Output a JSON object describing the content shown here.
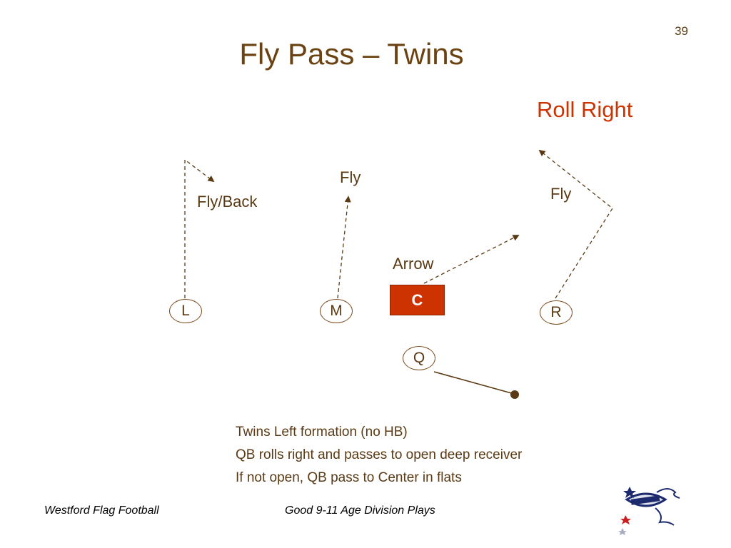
{
  "slide": {
    "page_number": "39",
    "title": "Fly Pass – Twins",
    "subtitle": "Roll Right"
  },
  "labels": {
    "fly_back": "Fly/Back",
    "fly_middle": "Fly",
    "fly_right": "Fly",
    "arrow": "Arrow"
  },
  "players": {
    "left": "L",
    "middle": "M",
    "center": "C",
    "right": "R",
    "quarterback": "Q"
  },
  "notes": [
    "Twins Left formation (no HB)",
    "QB rolls right and passes to open deep receiver",
    "If not open, QB pass to Center in flats"
  ],
  "footer": {
    "left": "Westford Flag Football",
    "center": "Good 9-11 Age Division Plays"
  },
  "colors": {
    "title": "#6b4212",
    "accent": "#cc3300",
    "route": "#5a3a14"
  }
}
